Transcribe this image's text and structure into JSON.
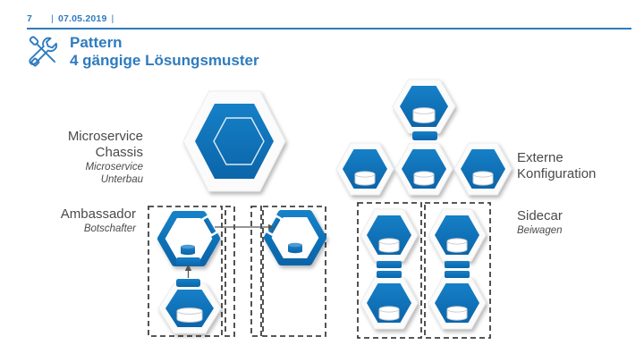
{
  "slide": {
    "header": {
      "page_number": "7",
      "separator": "|",
      "date": "07.05.2019"
    },
    "title": {
      "line1": "Pattern",
      "line2": "4 gängige Lösungsmuster"
    },
    "labels": {
      "chassis": {
        "title1": "Microservice",
        "title2": "Chassis",
        "sub1": "Microservice",
        "sub2": "Unterbau"
      },
      "config": {
        "title1": "Externe",
        "title2": "Konfiguration"
      },
      "ambassador": {
        "title1": "Ambassador",
        "sub1": "Botschafter"
      },
      "sidecar": {
        "title1": "Sidecar",
        "sub1": "Beiwagen"
      }
    },
    "colors": {
      "accent_blue": "#2E7BBF",
      "hex_blue": "#0E72B9",
      "hex_blue_light": "#1680C7",
      "hex_blue_dark": "#0B65A9",
      "label_gray": "#4A4A4A",
      "dash_gray": "#404040",
      "arrow_gray": "#555555"
    },
    "icons": {
      "title_icon": "crossed-wrench-screwdriver-icon",
      "service_shape": "hexagon",
      "database_icon": "cylinder",
      "port_icon": "edge-notch"
    },
    "diagram": {
      "chassis": {
        "hexagons": 1,
        "style": "nested-hexagon-outline"
      },
      "config": {
        "hexagons": 4,
        "database_icons": 4,
        "connector_bars": 1,
        "layout": "one-over-three"
      },
      "ambassador": {
        "proxy_ring_hexagons": 2,
        "service_hexagons": 1,
        "dashed_boxes": 4,
        "arrows": 2
      },
      "sidecar": {
        "hexagons": 4,
        "database_icons": 4,
        "connector_bars": 4,
        "dashed_boxes": 2
      }
    }
  }
}
